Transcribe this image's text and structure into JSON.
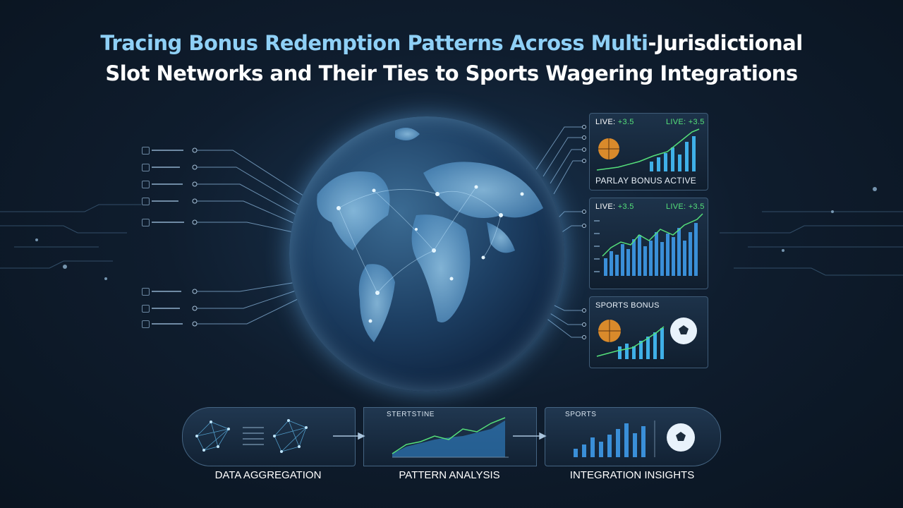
{
  "title": {
    "line1_highlight": "Tracing Bonus Redemption Patterns Across Multi",
    "line1_rest": "-Jurisdictional",
    "line2": "Slot Networks and Their Ties to Sports Wagering Integrations"
  },
  "panels": {
    "top": {
      "live_left": "LIVE: ",
      "live_left_value": "+3.5",
      "live_right": "LIVE: +3.5",
      "caption": "PARLAY BONUS ACTIVE",
      "ball": "basketball-icon"
    },
    "middle": {
      "live_left": "LIVE: ",
      "live_left_value": "+3.5",
      "live_right": "LIVE: +3.5"
    },
    "bottom": {
      "caption": "SPORTS BONUS",
      "balls": [
        "basketball-icon",
        "soccer-ball-icon"
      ]
    }
  },
  "flow": {
    "steps": [
      {
        "label": "DATA AGGREGATION",
        "icon": "network-graph-icon"
      },
      {
        "label": "PATTERN ANALYSIS",
        "box_title": "STERTSTINE"
      },
      {
        "label": "INTEGRATION INSIGHTS",
        "box_title": "SPORTS",
        "icon": "soccer-ball-icon"
      }
    ]
  },
  "colors": {
    "accent_blue": "#8fd0f6",
    "accent_green": "#55e07a",
    "background": "#0f1d2e"
  }
}
